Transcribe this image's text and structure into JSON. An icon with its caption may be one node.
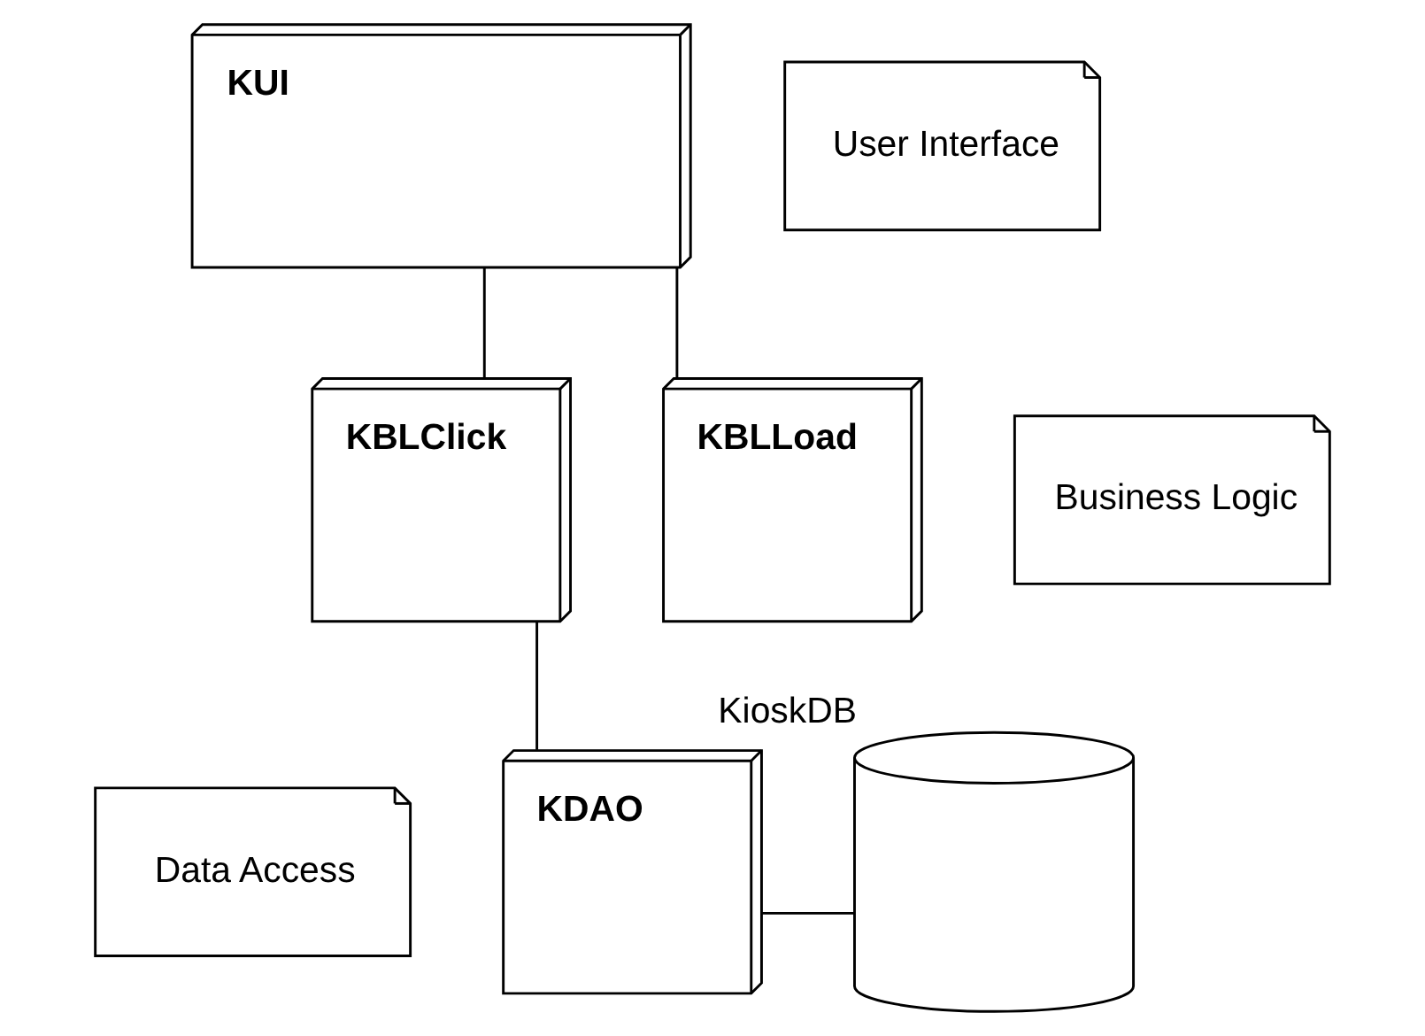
{
  "diagram": {
    "nodes": [
      {
        "text": [
          "KUI"
        ]
      },
      {
        "text": [
          "User Interface"
        ]
      },
      {
        "text": [
          "KBLClick"
        ]
      },
      {
        "text": [
          "KBLLoad"
        ]
      },
      {
        "text": [
          "Business Logic"
        ]
      },
      {
        "text": [
          "Data Access"
        ]
      },
      {
        "text": [
          "KDAO"
        ]
      },
      {
        "text": [],
        "shape": "cylinder",
        "beside": [
          "KioskDB"
        ]
      }
    ],
    "edges": [
      {
        "from": 0,
        "to": 2,
        "arrow": "none"
      },
      {
        "from": 0,
        "to": 3,
        "arrow": "none"
      },
      {
        "from": 2,
        "to": 6,
        "arrow": "none"
      },
      {
        "from": 6,
        "to": 7,
        "arrow": "none"
      }
    ]
  }
}
